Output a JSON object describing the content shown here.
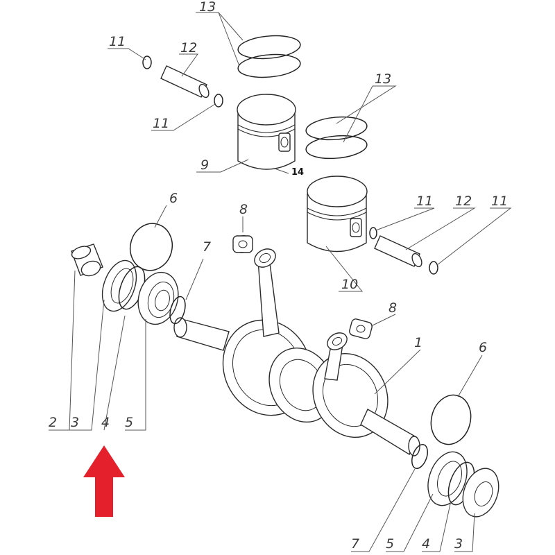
{
  "labels": {
    "piston_rings_top": "13",
    "circlip_top_left": "11",
    "pin_top": "12",
    "circlip_mid_left": "11",
    "piston_rings_right": "13",
    "piston_left": "9",
    "callout_14": "14",
    "circlip_right_a": "11",
    "pin_right": "12",
    "circlip_right_b": "11",
    "piston_right": "10",
    "oring_left": "6",
    "needle_bearing_top": "8",
    "seal_ring_left": "7",
    "needle_bearing_mid": "8",
    "crankshaft": "1",
    "oring_right": "6",
    "bottom_left_2": "2",
    "bottom_left_3": "3",
    "bottom_left_4": "4",
    "bottom_left_5": "5",
    "bottom_right_7": "7",
    "bottom_right_5": "5",
    "bottom_right_4": "4",
    "bottom_right_3": "3"
  },
  "arrow_color": "#e3202b"
}
